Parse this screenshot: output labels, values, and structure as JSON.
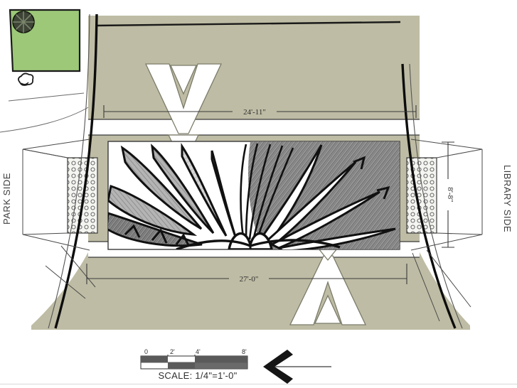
{
  "drawing": {
    "type": "architectural-elevation",
    "subject": "Curved mural wall elevation between park and library",
    "colors": {
      "concrete_tan": "#bebca4",
      "lawn_green": "#9cc878",
      "chevron_white": "#ffffff",
      "line_dark": "#1a1a1a",
      "dimension_gray": "#4a4a4a",
      "mural_pencil": "#6e6e6e"
    }
  },
  "labels": {
    "park_side": "PARK SIDE",
    "library_side": "LIBRARY SIDE"
  },
  "dimensions": {
    "top_width": "24'-11\"",
    "bottom_width": "27'-0\"",
    "panel_height": "8'-8\""
  },
  "scale_bar": {
    "caption": "SCALE: 1/4\"=1'-0\"",
    "ticks": [
      "0",
      "2'",
      "4'",
      "8'"
    ],
    "tick_values": [
      0,
      2,
      4,
      8
    ]
  },
  "north_arrow": {
    "name": "north-arrow",
    "direction": "left"
  },
  "site_elements": {
    "tree_symbol": "tree-plan-symbol",
    "shrub_symbol": "shrub-plan-symbol",
    "lawn": "lawn-area"
  },
  "mural": {
    "title": "open-book-with-leaves-and-sunburst",
    "medium": "graphite pencil sketch"
  },
  "chevrons": {
    "upper": "V",
    "lower": "A"
  },
  "end_panels": {
    "pattern": "stipple-dot-masonry",
    "count": 2
  }
}
